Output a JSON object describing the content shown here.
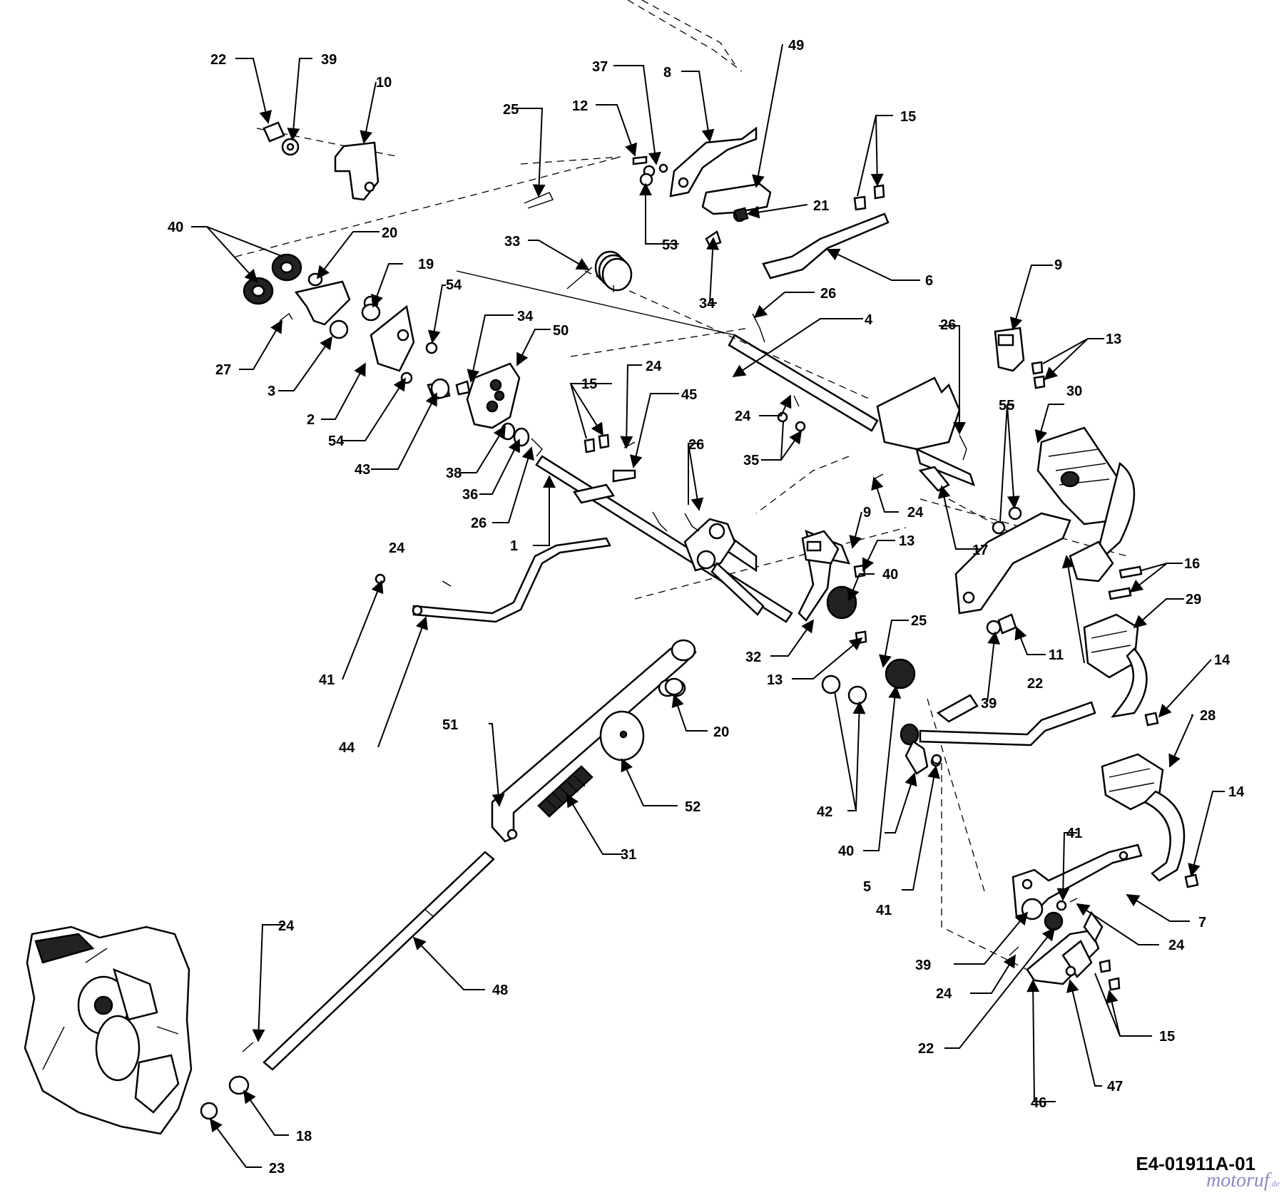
{
  "diagram": {
    "drawing_code": "E4-01911A-01",
    "watermark": {
      "brand": "motoruf",
      "suffix": ".de"
    },
    "callouts": [
      {
        "id": "c22a",
        "label": "22"
      },
      {
        "id": "c39a",
        "label": "39"
      },
      {
        "id": "c10",
        "label": "10"
      },
      {
        "id": "c37",
        "label": "37"
      },
      {
        "id": "c8",
        "label": "8"
      },
      {
        "id": "c49",
        "label": "49"
      },
      {
        "id": "c25a",
        "label": "25"
      },
      {
        "id": "c12",
        "label": "12"
      },
      {
        "id": "c15a",
        "label": "15"
      },
      {
        "id": "c21",
        "label": "21"
      },
      {
        "id": "c40a",
        "label": "40"
      },
      {
        "id": "c20a",
        "label": "20"
      },
      {
        "id": "c33",
        "label": "33"
      },
      {
        "id": "c53",
        "label": "53"
      },
      {
        "id": "c19",
        "label": "19"
      },
      {
        "id": "c6",
        "label": "6"
      },
      {
        "id": "c54a",
        "label": "54"
      },
      {
        "id": "c34a",
        "label": "34"
      },
      {
        "id": "c26a",
        "label": "26"
      },
      {
        "id": "c9a",
        "label": "9"
      },
      {
        "id": "c27",
        "label": "27"
      },
      {
        "id": "c34b",
        "label": "34"
      },
      {
        "id": "c4",
        "label": "4"
      },
      {
        "id": "c26b",
        "label": "26"
      },
      {
        "id": "c13a",
        "label": "13"
      },
      {
        "id": "c3",
        "label": "3"
      },
      {
        "id": "c50",
        "label": "50"
      },
      {
        "id": "c2",
        "label": "2"
      },
      {
        "id": "c24a",
        "label": "24"
      },
      {
        "id": "c45",
        "label": "45"
      },
      {
        "id": "c15b",
        "label": "15"
      },
      {
        "id": "c24b",
        "label": "24"
      },
      {
        "id": "c30",
        "label": "30"
      },
      {
        "id": "c54b",
        "label": "54"
      },
      {
        "id": "c55",
        "label": "55"
      },
      {
        "id": "c43",
        "label": "43"
      },
      {
        "id": "c38",
        "label": "38"
      },
      {
        "id": "c35",
        "label": "35"
      },
      {
        "id": "c26c",
        "label": "26"
      },
      {
        "id": "c36",
        "label": "36"
      },
      {
        "id": "c26d",
        "label": "26"
      },
      {
        "id": "c24c",
        "label": "24"
      },
      {
        "id": "c1",
        "label": "1"
      },
      {
        "id": "c9b",
        "label": "9"
      },
      {
        "id": "c17",
        "label": "17"
      },
      {
        "id": "c24d",
        "label": "24"
      },
      {
        "id": "c13b",
        "label": "13"
      },
      {
        "id": "c16",
        "label": "16"
      },
      {
        "id": "c40b",
        "label": "40"
      },
      {
        "id": "c29",
        "label": "29"
      },
      {
        "id": "c41a",
        "label": "41"
      },
      {
        "id": "c32",
        "label": "32"
      },
      {
        "id": "c25b",
        "label": "25"
      },
      {
        "id": "c11",
        "label": "11"
      },
      {
        "id": "c13c",
        "label": "13"
      },
      {
        "id": "c22b",
        "label": "22"
      },
      {
        "id": "c14a",
        "label": "14"
      },
      {
        "id": "c39b",
        "label": "39"
      },
      {
        "id": "c44",
        "label": "44"
      },
      {
        "id": "c20b",
        "label": "20"
      },
      {
        "id": "c51",
        "label": "51"
      },
      {
        "id": "c28",
        "label": "28"
      },
      {
        "id": "c52",
        "label": "52"
      },
      {
        "id": "c14b",
        "label": "14"
      },
      {
        "id": "c42",
        "label": "42"
      },
      {
        "id": "c31",
        "label": "31"
      },
      {
        "id": "c40c",
        "label": "40"
      },
      {
        "id": "c41b",
        "label": "41"
      },
      {
        "id": "c5",
        "label": "5"
      },
      {
        "id": "c41c",
        "label": "41"
      },
      {
        "id": "c7",
        "label": "7"
      },
      {
        "id": "c24e",
        "label": "24"
      },
      {
        "id": "c24f",
        "label": "24"
      },
      {
        "id": "c39c",
        "label": "39"
      },
      {
        "id": "c24g",
        "label": "24"
      },
      {
        "id": "c48",
        "label": "48"
      },
      {
        "id": "c22c",
        "label": "22"
      },
      {
        "id": "c15c",
        "label": "15"
      },
      {
        "id": "c47",
        "label": "47"
      },
      {
        "id": "c46",
        "label": "46"
      },
      {
        "id": "c18",
        "label": "18"
      },
      {
        "id": "c23",
        "label": "23"
      }
    ]
  }
}
